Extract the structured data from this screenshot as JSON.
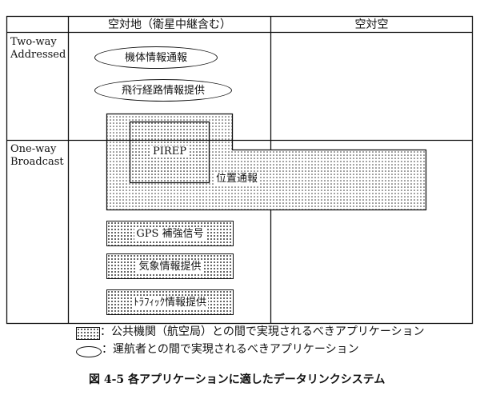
{
  "table": {
    "columns": [
      "空対地（衛星中継含む）",
      "空対空"
    ],
    "rows": [
      "Two-way\nAddressed",
      "One-way\nBroadcast"
    ]
  },
  "applications": {
    "aircraft_info": "機体情報通報",
    "flight_route": "飛行経路情報提供",
    "pirep": "PIREP",
    "position": "位置通報",
    "gps": "GPS 補強信号",
    "weather": "気象情報提供",
    "traffic": "ﾄﾗﾌｨｯｸ情報提供"
  },
  "legend": {
    "public": "：公共機関（航空局）との間で実現されるべきアプリケーション",
    "operator": "：運航者との間で実現されるべきアプリケーション"
  },
  "caption": "図 4-5  各アプリケーションに適したデータリンクシステム"
}
